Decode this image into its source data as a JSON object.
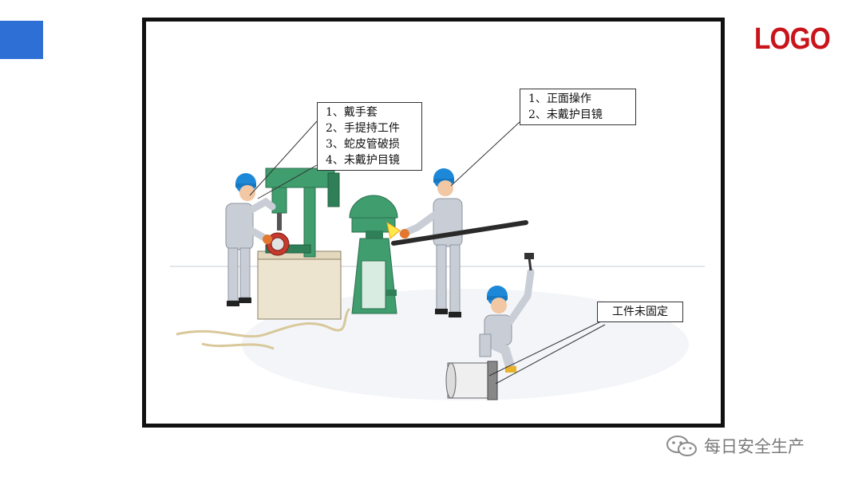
{
  "colors": {
    "accent": "#2e6fd6",
    "logo": "#c8141a",
    "frame": "#111111",
    "helmet": "#1e88d8",
    "workwear": "#c9ced6",
    "machine_green": "#3f9d6e",
    "watermark": "#7a7a7a"
  },
  "logo_text": "LOGO",
  "callouts": [
    {
      "lines": [
        "1、戴手套",
        "2、手提持工件",
        "3、蛇皮管破损",
        "4、未戴护目镜"
      ]
    },
    {
      "lines": [
        "1、正面操作",
        "2、未戴护目镜"
      ]
    },
    {
      "lines": [
        "工件未固定"
      ]
    }
  ],
  "watermark": {
    "icon": "wechat-icon",
    "text": "每日安全生产"
  }
}
